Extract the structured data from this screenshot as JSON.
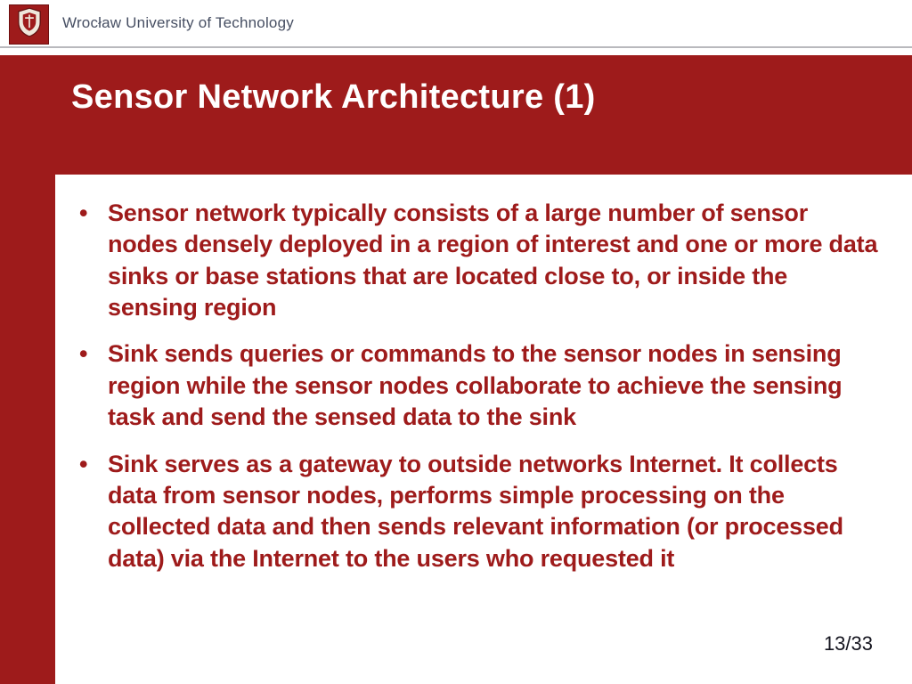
{
  "colors": {
    "maroon": "#9E1B1B",
    "header_text": "#474f63",
    "title_text": "#ffffff",
    "body_text": "#9E1B1B",
    "page_number_text": "#15151f",
    "divider_gray": "#b9b9bd"
  },
  "header": {
    "logo_icon": "university-crest-shield",
    "university": "Wrocław University of Technology"
  },
  "slide": {
    "title": "Sensor Network Architecture (1)",
    "bullets": [
      "Sensor network typically consists of a large number of sensor nodes densely deployed in a region of interest and  one or more data sinks or base stations that are located close to, or inside the sensing region",
      "Sink sends queries or commands to the sensor nodes in sensing region while the sensor nodes collaborate to achieve the sensing task and send the sensed data to the sink",
      "Sink serves as a gateway to outside networks Internet. It collects data from sensor nodes, performs simple processing on the collected data and then sends relevant information (or processed data) via the Internet to the users who requested it"
    ],
    "page_number": "13/33"
  }
}
